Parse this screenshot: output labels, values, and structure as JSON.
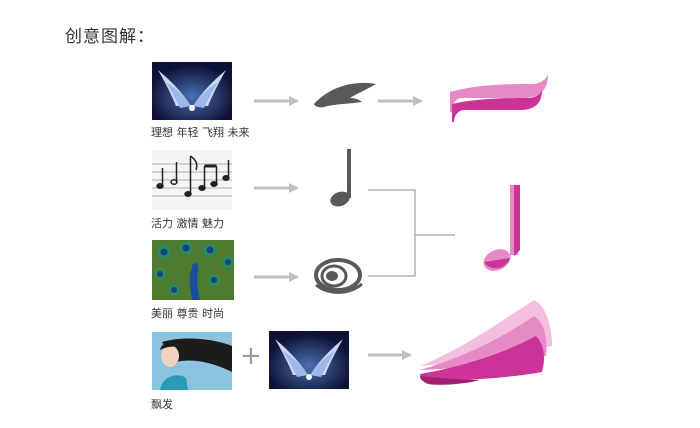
{
  "heading": "创意图解：",
  "rows": [
    {
      "caption": "理想  年轻 飞翔 未来",
      "image": "wings-photo"
    },
    {
      "caption": "活力 激情 魅力",
      "image": "music-notes-photo"
    },
    {
      "caption": "美丽 尊贵 时尚",
      "image": "peacock-photo"
    },
    {
      "caption": "飘发",
      "image": "girl-flowing-hair-photo"
    }
  ],
  "plus_sign": "+",
  "colors": {
    "arrow": "#bfbfbf",
    "symbol_gray": "#595959",
    "pink_light": "#f2bfe0",
    "pink_mid": "#e68ac5",
    "magenta": "#cc3399",
    "connector": "#8c8c8c"
  }
}
